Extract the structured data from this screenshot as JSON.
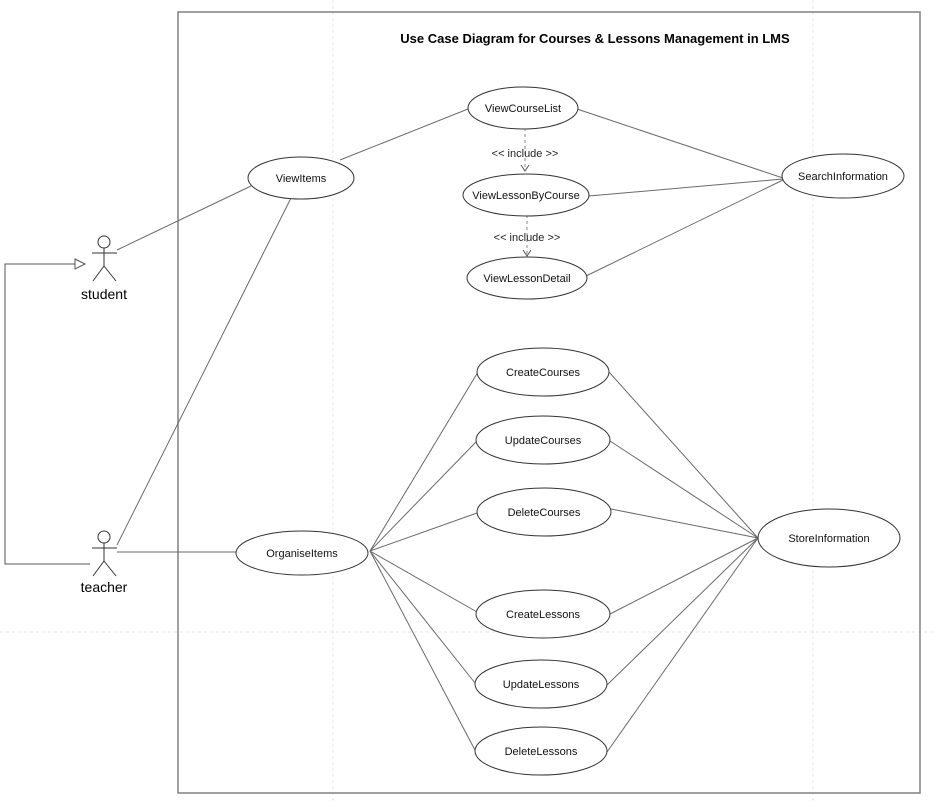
{
  "diagram": {
    "title": "Use Case Diagram for Courses & Lessons Management in LMS",
    "actors": {
      "student": "student",
      "teacher": "teacher"
    },
    "stereotypes": {
      "include_1": "<< include >>",
      "include_2": "<< include >>"
    },
    "use_cases": {
      "view_items": "ViewItems",
      "view_course_list": "ViewCourseList",
      "view_lesson_by_course": "ViewLessonByCourse",
      "view_lesson_detail": "ViewLessonDetail",
      "search_information": "SearchInformation",
      "organise_items": "OrganiseItems",
      "create_courses": "CreateCourses",
      "update_courses": "UpdateCourses",
      "delete_courses": "DeleteCourses",
      "create_lessons": "CreateLessons",
      "update_lessons": "UpdateLessons",
      "delete_lessons": "DeleteLessons",
      "store_information": "StoreInformation"
    }
  }
}
